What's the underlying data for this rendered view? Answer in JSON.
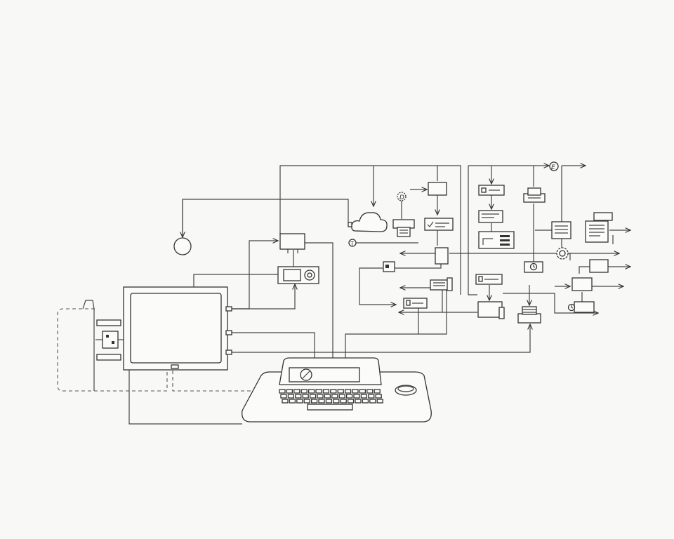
{
  "diagram": {
    "labels": {
      "node_d": "D",
      "node_e": "E",
      "node_t": "T"
    },
    "stroke_color": "#333333",
    "background_color": "#f8f8f7",
    "icons": [
      "terminal-icon",
      "keyboard-icon",
      "trackball-icon",
      "cloud-icon",
      "circle-node-icon",
      "gear-icon",
      "clock-icon",
      "printer-icon",
      "document-icon",
      "monitor-icon",
      "server-icon",
      "checklist-icon",
      "chip-icon",
      "arrow-icon"
    ]
  }
}
